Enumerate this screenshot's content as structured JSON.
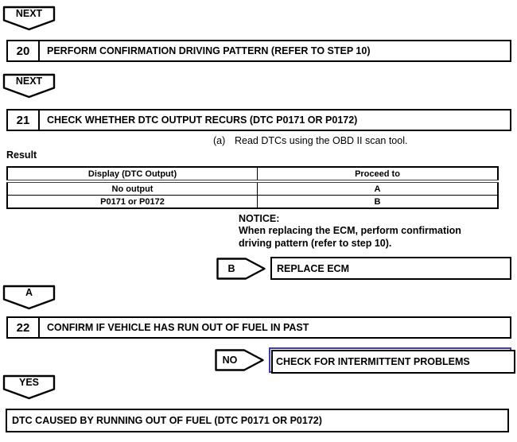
{
  "flow": {
    "connectors": {
      "next1": "NEXT",
      "next2": "NEXT",
      "a": "A",
      "yes": "YES"
    },
    "step20": {
      "number": "20",
      "title": "PERFORM CONFIRMATION DRIVING PATTERN (REFER TO STEP 10)"
    },
    "step21": {
      "number": "21",
      "title": "CHECK WHETHER DTC OUTPUT RECURS (DTC P0171 OR P0172)"
    },
    "step22": {
      "number": "22",
      "title": "CONFIRM IF VEHICLE HAS RUN OUT OF FUEL IN PAST"
    },
    "instruction": {
      "marker": "(a)",
      "text": "Read DTCs using the OBD II scan tool."
    },
    "result_label": "Result",
    "result_table": {
      "headers": [
        "Display (DTC Output)",
        "Proceed to"
      ],
      "rows": [
        [
          "No output",
          "A"
        ],
        [
          "P0171 or P0172",
          "B"
        ]
      ]
    },
    "notice": {
      "label": "NOTICE:",
      "line1": "When replacing the ECM, perform confirmation",
      "line2": "driving pattern (refer to step 10)."
    },
    "branch_b": {
      "label": "B",
      "action": "REPLACE ECM"
    },
    "branch_no": {
      "label": "NO",
      "action": "CHECK FOR INTERMITTENT PROBLEMS"
    },
    "final": "DTC CAUSED BY RUNNING OUT OF FUEL (DTC P0171 OR P0172)"
  },
  "colors": {
    "highlight_border": "#3b3bb8",
    "line": "#000000",
    "background": "#ffffff"
  }
}
